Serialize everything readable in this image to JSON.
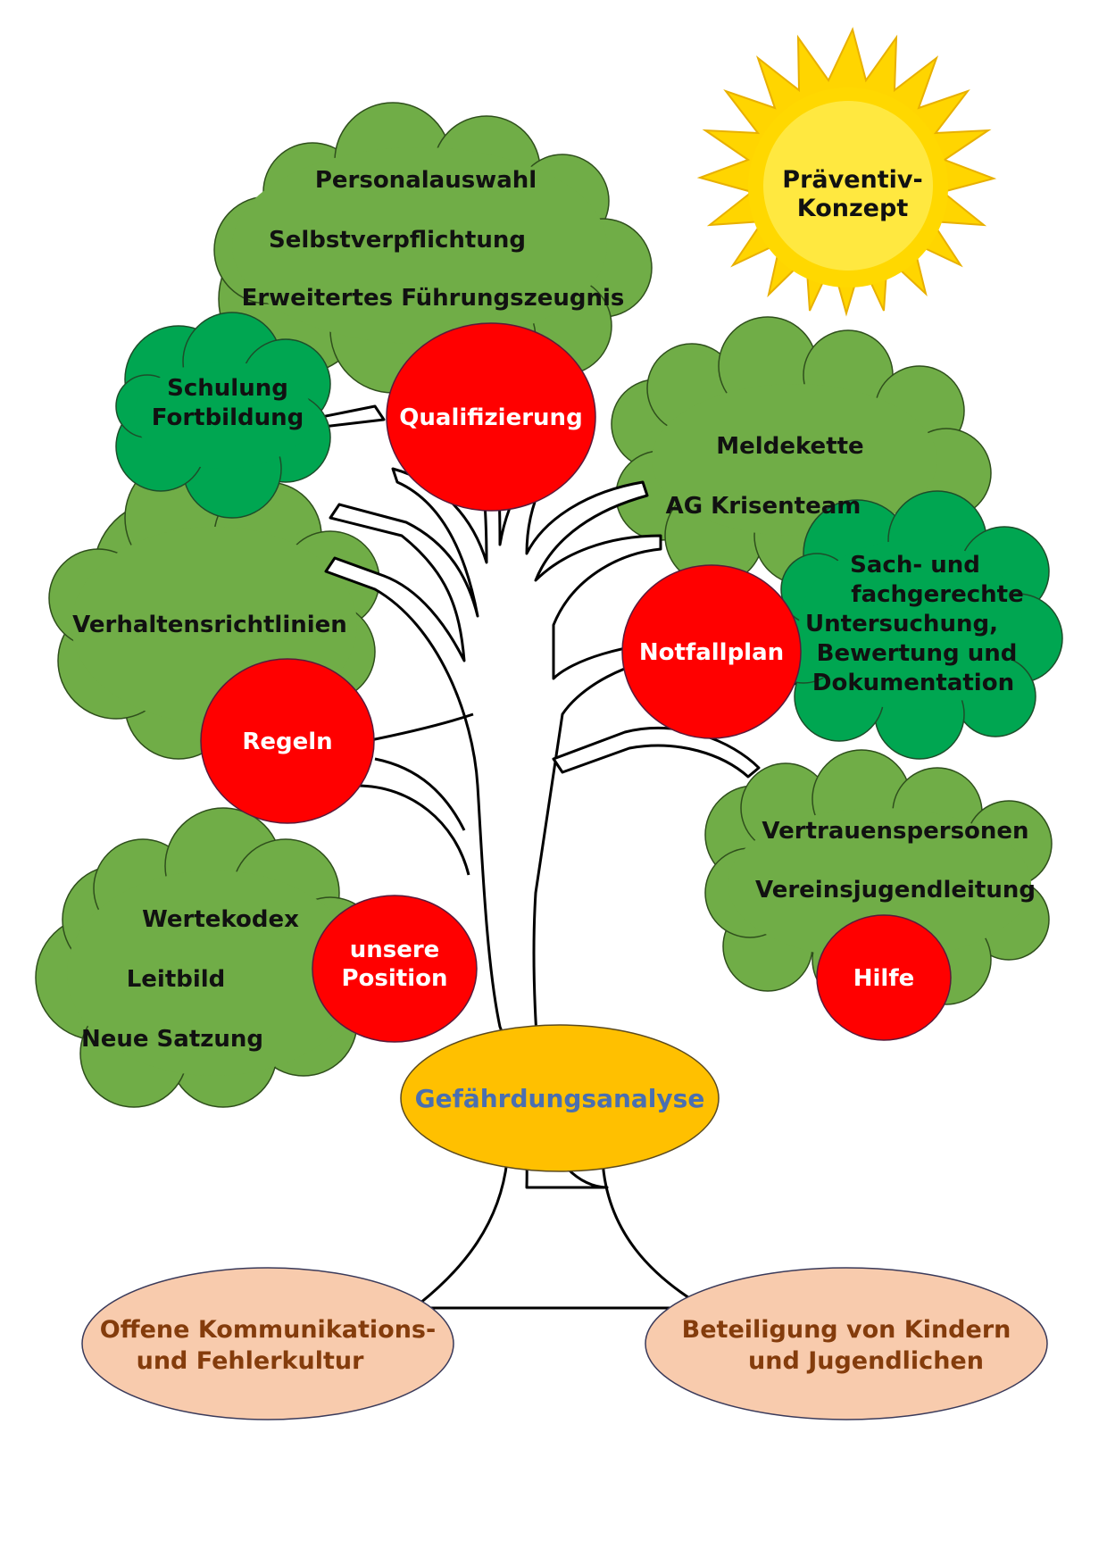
{
  "sun": {
    "line1": "Präventiv-",
    "line2": "Konzept"
  },
  "qualifizierung": {
    "label": "Qualifizierung",
    "items": [
      "Personalauswahl",
      "Selbstverpflichtung",
      "Erweitertes Führungszeugnis"
    ],
    "sub": {
      "line1": "Schulung",
      "line2": "Fortbildung"
    }
  },
  "notfallplan": {
    "label": "Notfallplan",
    "items": [
      "Meldekette",
      "AG Krisenteam"
    ],
    "sub": [
      "Sach- und",
      "fachgerechte",
      "Untersuchung,",
      "Bewertung und",
      "Dokumentation"
    ]
  },
  "regeln": {
    "label": "Regeln",
    "items": [
      "Verhaltensrichtlinien"
    ]
  },
  "hilfe": {
    "label": "Hilfe",
    "items": [
      "Vertrauenspersonen",
      "Vereinsjugendleitung"
    ]
  },
  "position": {
    "line1": "unsere",
    "line2": "Position",
    "items": [
      "Wertekodex",
      "Leitbild",
      "Neue Satzung"
    ]
  },
  "base": {
    "label": "Gefährdungsanalyse"
  },
  "roots": {
    "left": {
      "line1": "Offene Kommunikations-",
      "line2": "und Fehlerkultur"
    },
    "right": {
      "line1": "Beteiligung von Kindern",
      "line2": "und Jugendlichen"
    }
  },
  "colors": {
    "canopy": "#70ad47",
    "canopy_dark": "#00b050",
    "red": "#ff0000",
    "base": "#ffc000",
    "roots": "#f8cbad",
    "sun": "#ffd500"
  }
}
